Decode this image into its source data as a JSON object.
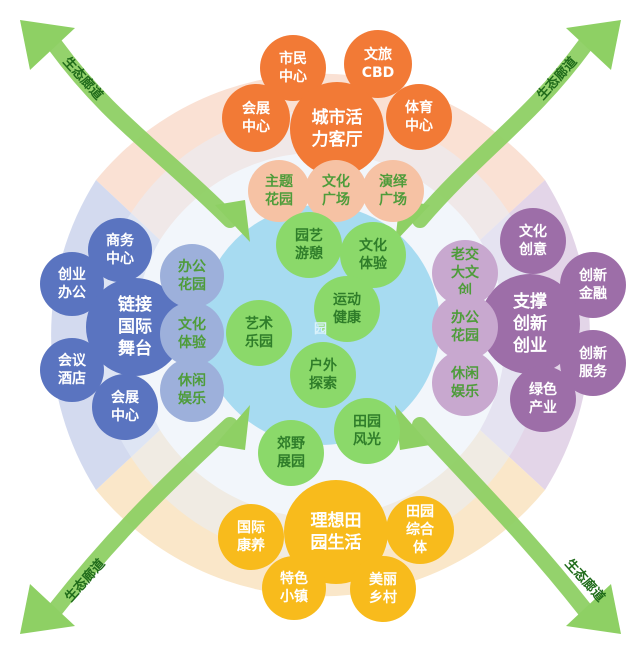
{
  "colors": {
    "orange": "#f27a36",
    "orange_light": "#f6c2a4",
    "blue": "#5a74c0",
    "blue_light": "#9db0db",
    "purple": "#9d6ea8",
    "purple_light": "#c8a8cf",
    "yellow": "#f8bb1c",
    "yellow_light": "#f9d8a0",
    "green": "#8bd96a",
    "center_blue": "#9fd8ef",
    "corridor_green": "#8ed064"
  },
  "city": {
    "hub": "城市活\n力客厅",
    "items": [
      "市民\n中心",
      "文旅\nCBD",
      "会展\n中心",
      "体育\n中心"
    ],
    "overlay": [
      "主题\n花园",
      "文化\n广场",
      "演绎\n广场"
    ]
  },
  "intl": {
    "hub": "链接\n国际\n舞台",
    "items": [
      "商务\n中心",
      "创业\n办公",
      "会议\n酒店",
      "会展\n中心"
    ],
    "overlay": [
      "办公\n花园",
      "文化\n体验",
      "休闲\n娱乐"
    ]
  },
  "innov": {
    "hub": "支撑\n创新\n创业",
    "items": [
      "文化\n创意",
      "创新\n金融",
      "创新\n服务",
      "绿色\n产业"
    ],
    "overlay": [
      "老交\n大文\n创",
      "办公\n花园",
      "休闲\n娱乐"
    ]
  },
  "rural": {
    "hub": "理想田\n园生活",
    "items": [
      "国际\n康养",
      "田园\n综合\n体",
      "特色\n小镇",
      "美丽\n乡村"
    ]
  },
  "green": {
    "items": [
      "园艺\n游憩",
      "文化\n体验",
      "运动\n健康",
      "艺术\n乐园",
      "户外\n探索",
      "田园\n风光",
      "郊野\n展园"
    ],
    "faint_label": "园"
  },
  "corridor_label": "生态廊道"
}
